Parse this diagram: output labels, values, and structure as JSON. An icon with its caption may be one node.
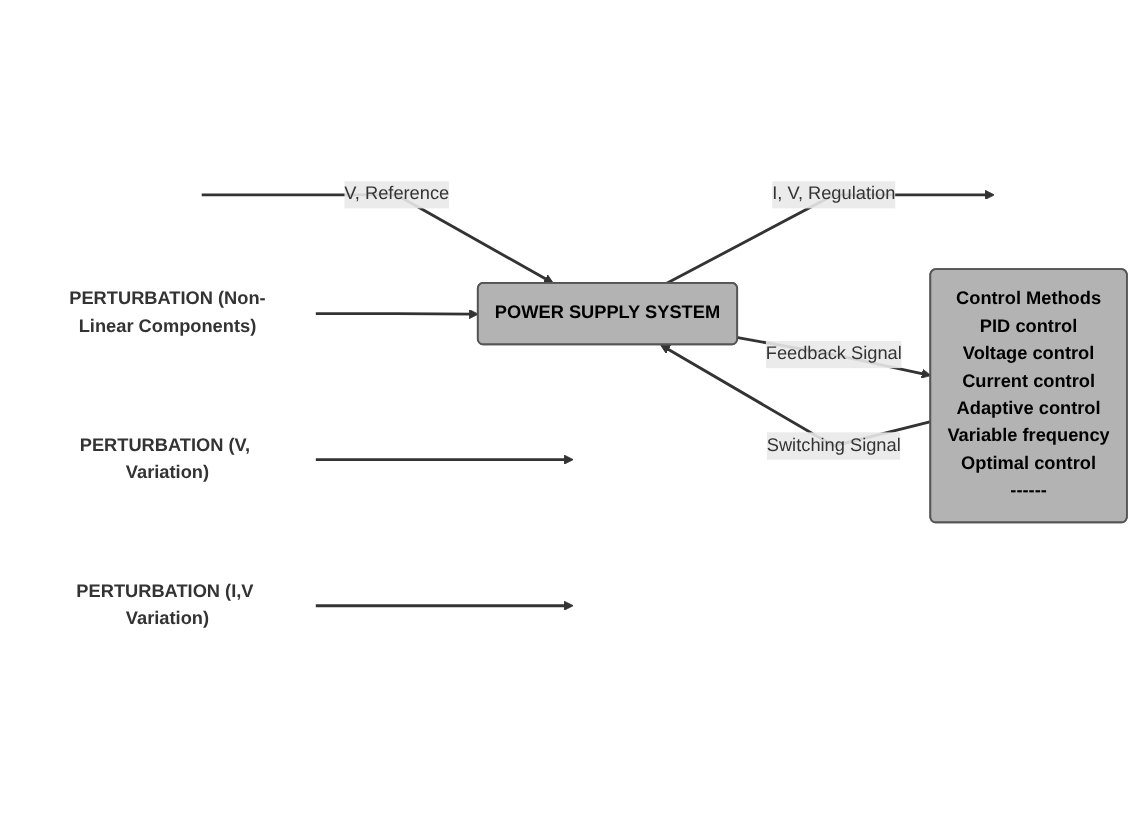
{
  "diagram": {
    "nodes": [
      {
        "text": [
          "PERTURBATION (V, Variation)"
        ]
      },
      {
        "text": [
          "PERTURBATION (Non-Linear Components)"
        ]
      },
      {
        "text": [
          "PERTURBATION (I,V Variation)"
        ]
      },
      {
        "text": [
          "POWER SUPPLY SYSTEM"
        ]
      },
      {
        "text": [
          "Control Methods",
          "PID control",
          "Voltage control",
          "Current control",
          "Adaptive control",
          "Variable frequency",
          "Optimal control",
          "------"
        ]
      }
    ],
    "edges": [
      {
        "from": null,
        "to": 3,
        "arrow": "to",
        "label": "V, Reference"
      },
      {
        "from": 0,
        "to": null,
        "arrow": "to"
      },
      {
        "from": 1,
        "to": 3,
        "arrow": "to"
      },
      {
        "from": 2,
        "to": null,
        "arrow": "to"
      },
      {
        "from": 3,
        "to": null,
        "arrow": "to",
        "label": "I, V, Regulation"
      },
      {
        "from": 3,
        "to": 4,
        "arrow": "to",
        "label": "Feedback Signal"
      },
      {
        "from": 4,
        "to": 3,
        "arrow": "to",
        "label": "Switching Signal"
      }
    ]
  }
}
